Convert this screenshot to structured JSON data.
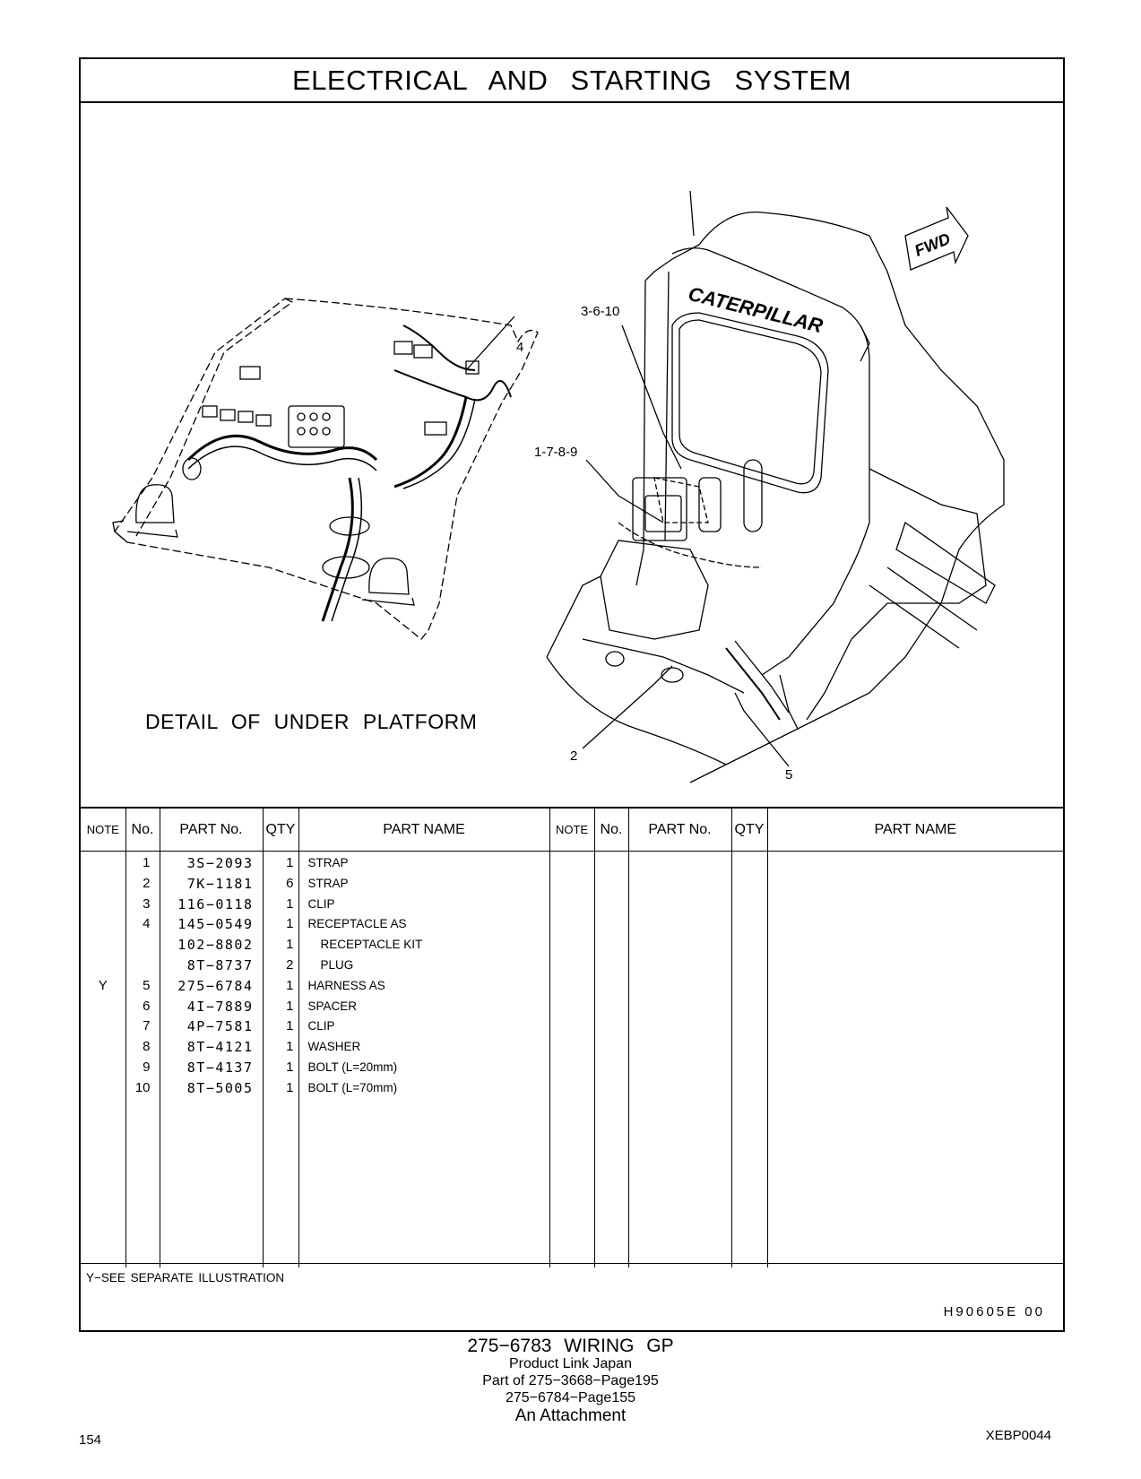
{
  "title": "ELECTRICAL AND STARTING SYSTEM",
  "illustration": {
    "detail_caption": "DETAIL OF UNDER PLATFORM",
    "callouts": {
      "c4": "4",
      "c3610": "3-6-10",
      "c1789": "1-7-8-9",
      "c2": "2",
      "c5": "5"
    },
    "fwd_label": "FWD",
    "brand": "CATERPILLAR"
  },
  "table": {
    "headers": {
      "note": "NOTE",
      "no": "No.",
      "part_no": "PART No.",
      "qty": "QTY",
      "part_name": "PART NAME"
    },
    "rows": [
      {
        "note": "",
        "no": "1",
        "part_no": "3S−2093",
        "qty": "1",
        "name": "STRAP",
        "indent": false
      },
      {
        "note": "",
        "no": "2",
        "part_no": "7K−1181",
        "qty": "6",
        "name": "STRAP",
        "indent": false
      },
      {
        "note": "",
        "no": "3",
        "part_no": "116−0118",
        "qty": "1",
        "name": "CLIP",
        "indent": false
      },
      {
        "note": "",
        "no": "4",
        "part_no": "145−0549",
        "qty": "1",
        "name": "RECEPTACLE AS",
        "indent": false
      },
      {
        "note": "",
        "no": "",
        "part_no": "102−8802",
        "qty": "1",
        "name": "RECEPTACLE KIT",
        "indent": true
      },
      {
        "note": "",
        "no": "",
        "part_no": "8T−8737",
        "qty": "2",
        "name": "PLUG",
        "indent": true
      },
      {
        "note": "Y",
        "no": "5",
        "part_no": "275−6784",
        "qty": "1",
        "name": "HARNESS AS",
        "indent": false
      },
      {
        "note": "",
        "no": "6",
        "part_no": "4I−7889",
        "qty": "1",
        "name": "SPACER",
        "indent": false
      },
      {
        "note": "",
        "no": "7",
        "part_no": "4P−7581",
        "qty": "1",
        "name": "CLIP",
        "indent": false
      },
      {
        "note": "",
        "no": "8",
        "part_no": "8T−4121",
        "qty": "1",
        "name": "WASHER",
        "indent": false
      },
      {
        "note": "",
        "no": "9",
        "part_no": "8T−4137",
        "qty": "1",
        "name": "BOLT (L=20mm)",
        "indent": false
      },
      {
        "note": "",
        "no": "10",
        "part_no": "8T−5005",
        "qty": "1",
        "name": "BOLT (L=70mm)",
        "indent": false
      }
    ]
  },
  "footnote": "Y−SEE SEPARATE ILLUSTRATION",
  "illustration_code": "H90605E 00",
  "caption": {
    "group": "275−6783 WIRING GP",
    "line1": "Product Link Japan",
    "line2": "Part of 275−3668−Page195",
    "line3": "275−6784−Page155",
    "line4": "An Attachment"
  },
  "page_number": "154",
  "document_code": "XEBP0044"
}
